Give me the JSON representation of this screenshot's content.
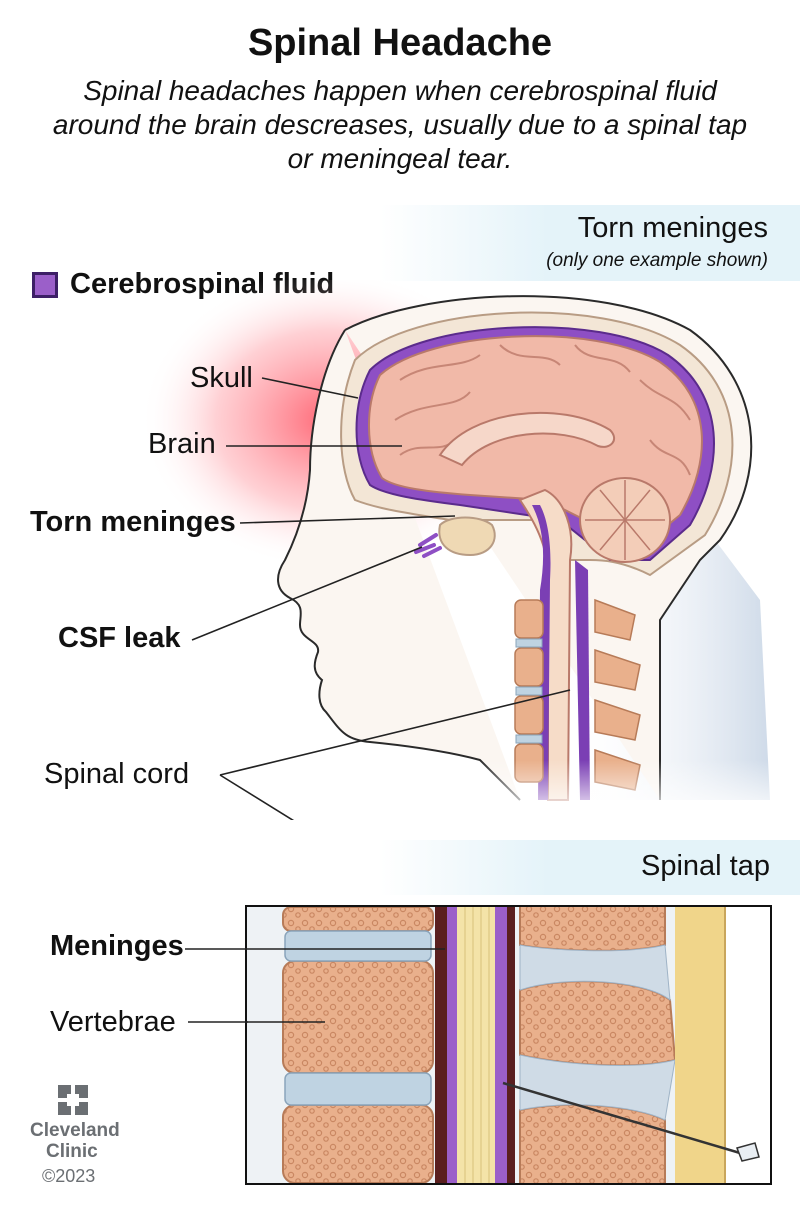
{
  "title": "Spinal Headache",
  "subtitle": "Spinal headaches happen when cerebrospinal fluid around the brain descreases, usually due to a spinal tap or meningeal tear.",
  "legend": {
    "label": "Cerebrospinal fluid",
    "color": "#9b5fc9"
  },
  "head_section": {
    "title": "Torn meninges",
    "note": "(only one example shown)"
  },
  "labels": {
    "skull": "Skull",
    "brain": "Brain",
    "torn_meninges": "Torn meninges",
    "csf_leak": "CSF leak",
    "spinal_cord": "Spinal cord",
    "meninges": "Meninges",
    "vertebrae": "Vertebrae"
  },
  "tap_section": {
    "title": "Spinal tap"
  },
  "logo": {
    "line1": "Cleveland",
    "line2": "Clinic",
    "copyright": "©2023"
  },
  "colors": {
    "csf": "#9b5fc9",
    "brain": "#f1b9a8",
    "skull": "#f3e6d6",
    "bone": "#e9b08c",
    "disc": "#bfd3e2",
    "cord": "#f4e3a8",
    "highlight_band": "#e4f3f9",
    "headache_glow": "#ff4b5c"
  }
}
